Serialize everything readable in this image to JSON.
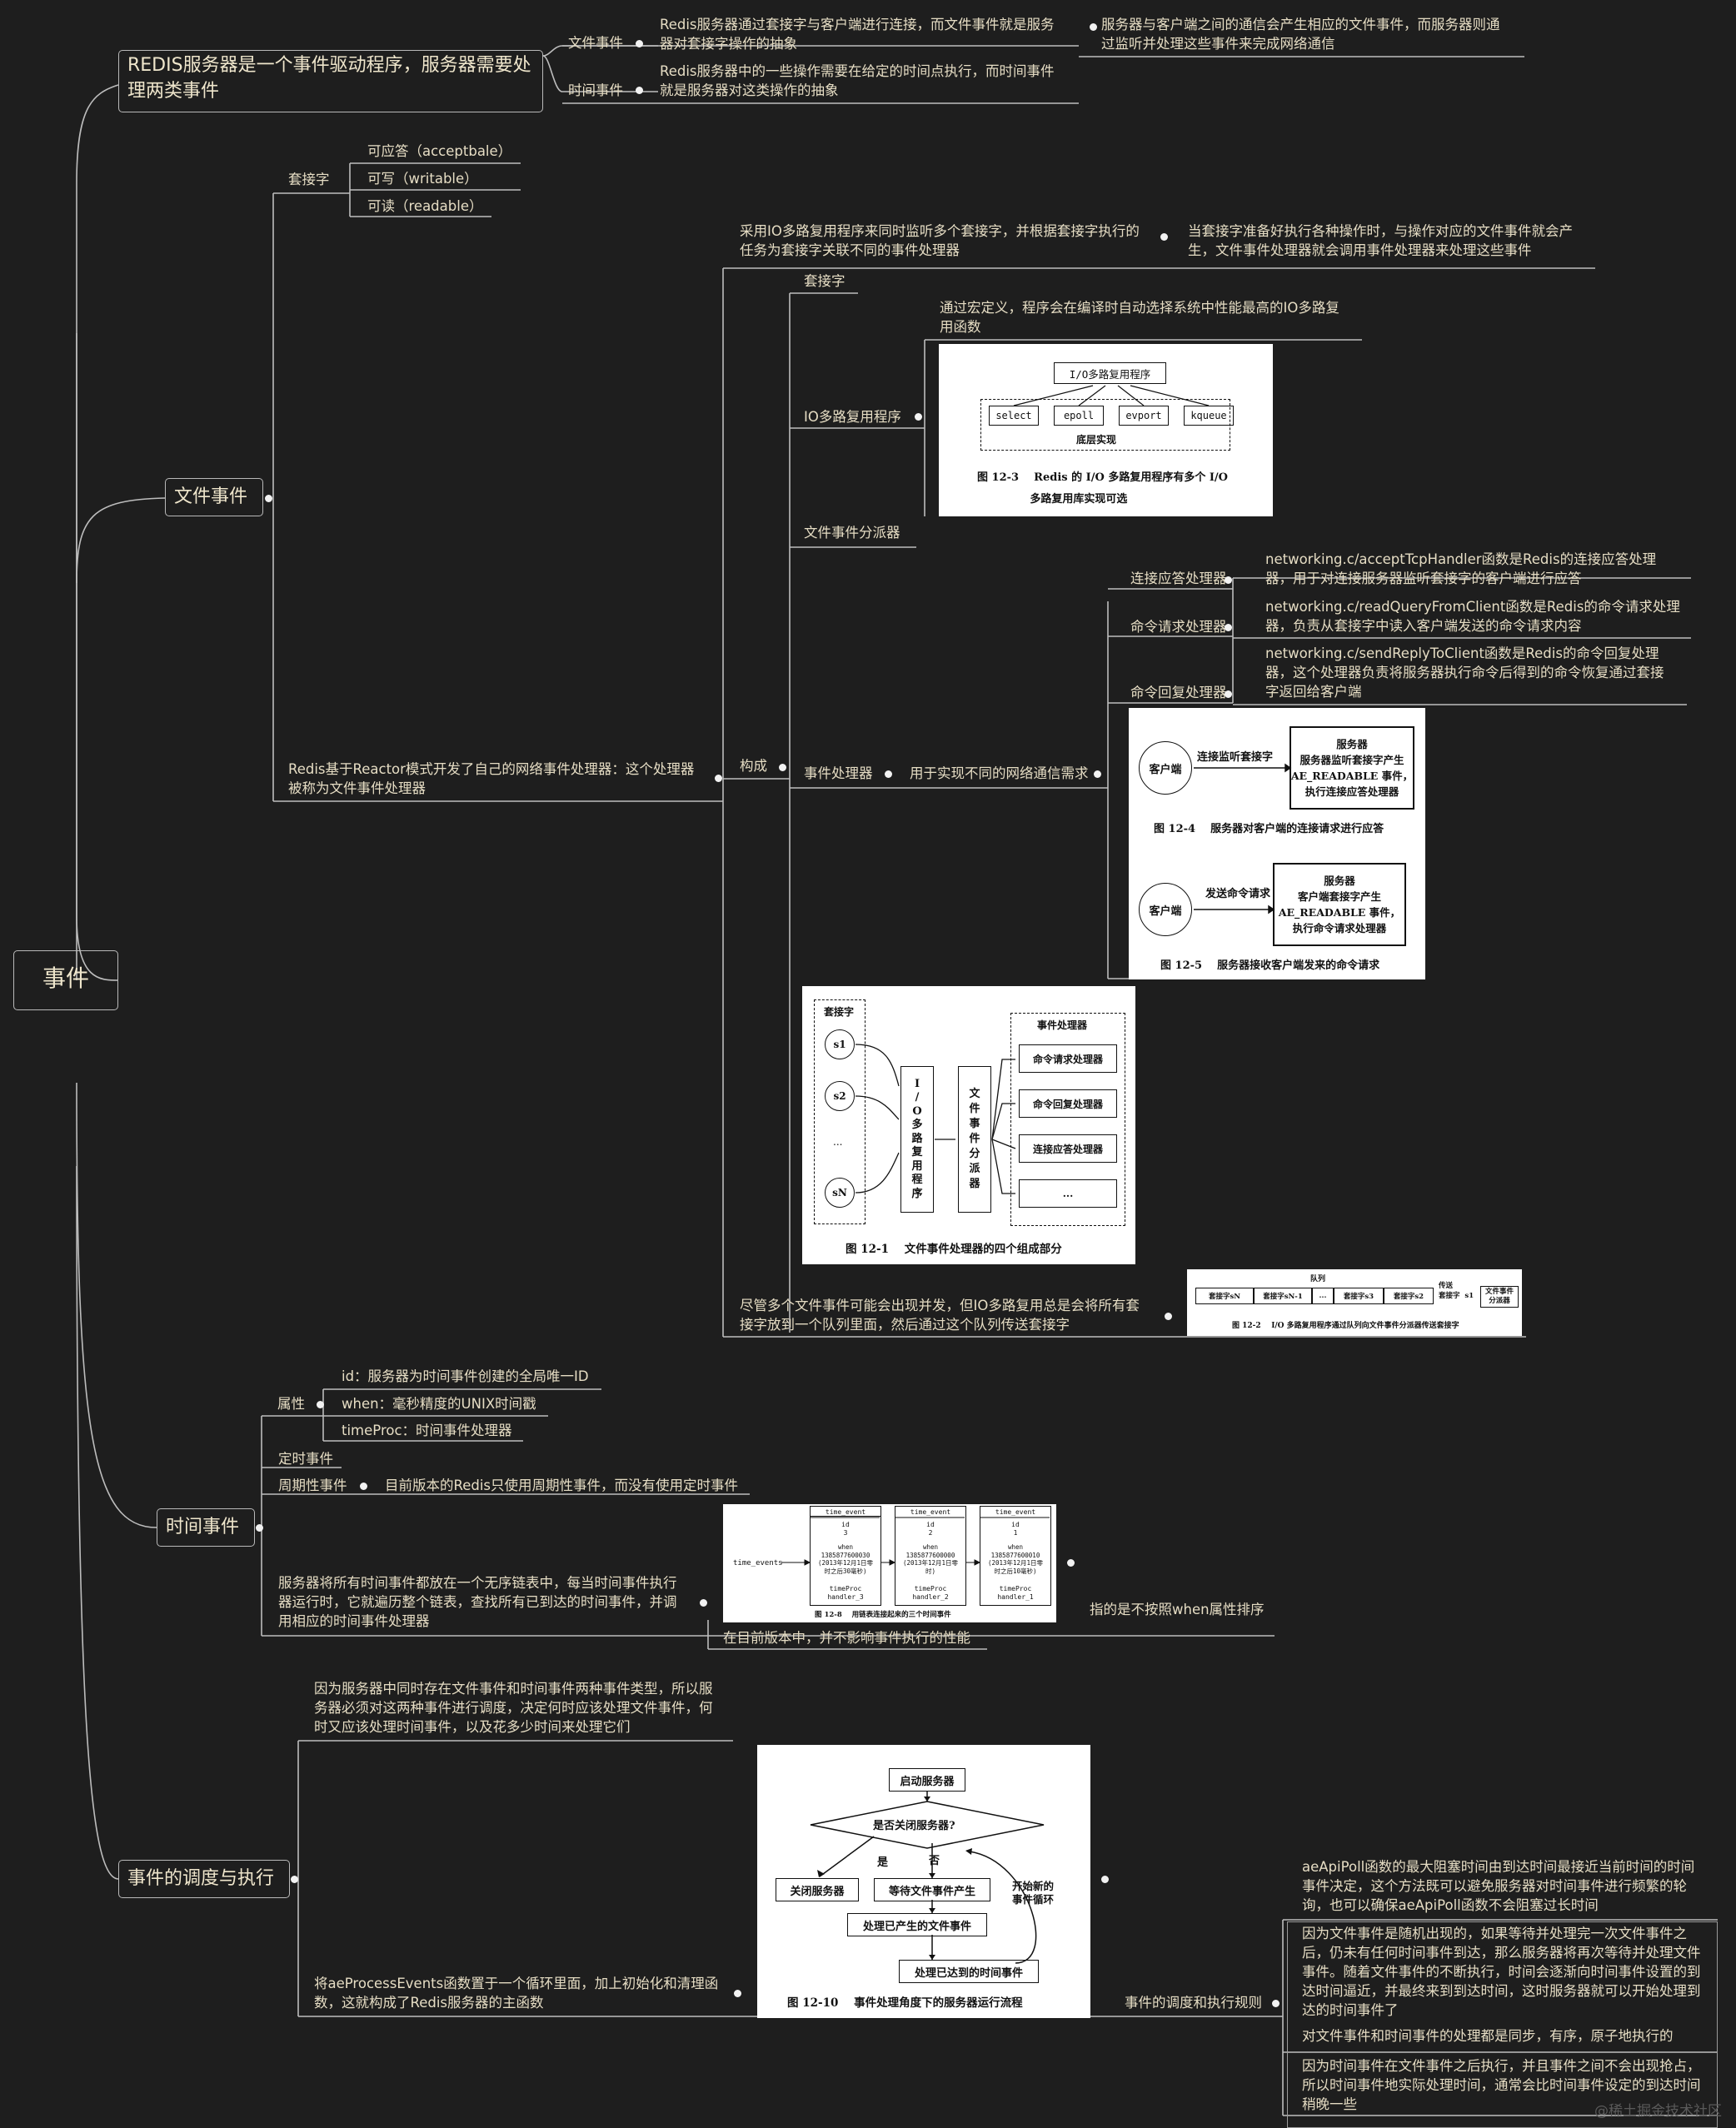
{
  "root": "事件",
  "b1": {
    "title": "REDIS服务器是一个事件驱动程序，服务器需要处\n理两类事件",
    "file_evt": "文件事件",
    "file_evt_desc": "Redis服务器通过套接字与客户端进行连接，而文件事件就是服务\n器对套接字操作的抽象",
    "file_evt_desc2": "服务器与客户端之间的通信会产生相应的文件事件，而服务器则通\n过监听并处理这些事件来完成网络通信",
    "time_evt": "时间事件",
    "time_evt_desc": "Redis服务器中的一些操作需要在给定的时间点执行，而时间事件\n就是服务器对这类操作的抽象"
  },
  "b2": {
    "title": "文件事件",
    "socket": "套接字",
    "socket_items": [
      "可应答（acceptbale）",
      "可写（writable）",
      "可读（readable）"
    ],
    "reactor": "Redis基于Reactor模式开发了自己的网络事件处理器：这个处理器\n被称为文件事件处理器",
    "compose": "构成",
    "top_desc": "采用IO多路复用程序来同时监听多个套接字，并根据套接字执行的\n任务为套接字关联不同的事件处理器",
    "top_desc2": "当套接字准备好执行各种操作时，与操作对应的文件事件就会产\n生，文件事件处理器就会调用事件处理器来处理这些事件",
    "c_socket": "套接字",
    "c_io": "IO多路复用程序",
    "c_io_desc": "通过宏定义，程序会在编译时自动选择系统中性能最高的IO多路复\n用函数",
    "c_disp": "文件事件分派器",
    "c_handler": "事件处理器",
    "c_handler_desc": "用于实现不同的网络通信需求",
    "h_accept": "连接应答处理器",
    "h_accept_desc": "networking.c/acceptTcpHandler函数是Redis的连接应答处理\n器，用于对连接服务器监听套接字的客户端进行应答",
    "h_cmd": "命令请求处理器",
    "h_cmd_desc": "networking.c/readQueryFromClient函数是Redis的命令请求处理\n器，负责从套接字中读入客户端发送的命令请求内容",
    "h_reply": "命令回复处理器",
    "h_reply_desc": "networking.c/sendReplyToClient函数是Redis的命令回复处理\n器，这个处理器负责将服务器执行命令后得到的命令恢复通过套接\n字返回给客户端",
    "queue_desc": "尽管多个文件事件可能会出现并发，但IO多路复用总是会将所有套\n接字放到一个队列里面，然后通过这个队列传送套接字"
  },
  "fig12_3": {
    "top": "I/O多路复用程序",
    "items": [
      "select",
      "epoll",
      "evport",
      "kqueue"
    ],
    "bottom": "底层实现",
    "caption": "图 12-3    Redis 的 I/O 多路复用程序有多个 I/O\n              多路复用库实现可选"
  },
  "fig12_4": {
    "client": "客户端",
    "arrow": "连接监听套接字",
    "server": "服务器\n服务器监听套接字产生\nAE_READABLE 事件，\n执行连接应答处理器",
    "caption": "图 12-4    服务器对客户端的连接请求进行应答"
  },
  "fig12_5": {
    "client": "客户端",
    "arrow": "发送命令请求",
    "server": "服务器\n客户端套接字产生\nAE_READABLE 事件，\n执行命令请求处理器",
    "caption": "图 12-5    服务器接收客户端发来的命令请求"
  },
  "fig12_1": {
    "sockets_label": "套接字",
    "sockets": [
      "s1",
      "s2",
      "...",
      "sN"
    ],
    "io": "I\n/\nO\n多\n路\n复\n用\n程\n序",
    "disp": "文\n件\n事\n件\n分\n派\n器",
    "handlers_label": "事件处理器",
    "handlers": [
      "命令请求处理器",
      "命令回复处理器",
      "连接应答处理器",
      "..."
    ],
    "caption": "图 12-1    文件事件处理器的四个组成部分"
  },
  "fig12_2": {
    "queue": "队列",
    "cells": [
      "套接字sN",
      "套接字sN-1",
      "...",
      "套接字s3",
      "套接字s2"
    ],
    "send": "传送\n套接字  s1",
    "disp": "文件事件\n分派器",
    "caption": "图 12-2    I/O 多路复用程序通过队列向文件事件分派器传送套接字"
  },
  "b3": {
    "title": "时间事件",
    "attr": "属性",
    "attrs": [
      "id：服务器为时间事件创建的全局唯一ID",
      "when：毫秒精度的UNIX时间戳",
      "timeProc：时间事件处理器"
    ],
    "timed": "定时事件",
    "periodic": "周期性事件",
    "periodic_desc": "目前版本的Redis只使用周期性事件，而没有使用定时事件",
    "list_desc": "服务器将所有时间事件都放在一个无序链表中，每当时间事件执行\n器运行时，它就遍历整个链表，查找所有已到达的时间事件，并调\n用相应的时间事件处理器",
    "unordered": "指的是不按照when属性排序",
    "no_impact": "在目前版本中，并不影响事件执行的性能"
  },
  "fig12_8": {
    "head": "time_events",
    "nodes": [
      {
        "t": "time_event",
        "id": "id\n3",
        "when": "when\n1385877600030\n(2013年12月1日零\n时之后30毫秒)",
        "proc": "timeProc\nhandler_3"
      },
      {
        "t": "time_event",
        "id": "id\n2",
        "when": "when\n1385877600000\n(2013年12月1日零\n时)",
        "proc": "timeProc\nhandler_2"
      },
      {
        "t": "time_event",
        "id": "id\n1",
        "when": "when\n1385877600010\n(2013年12月1日零\n时之后10毫秒)",
        "proc": "timeProc\nhandler_1"
      }
    ],
    "caption": "图 12-8    用链表连接起来的三个时间事件"
  },
  "b4": {
    "title": "事件的调度与执行",
    "why": "因为服务器中同时存在文件事件和时间事件两种事件类型，所以服\n务器必须对这两种事件进行调度，决定何时应该处理文件事件，何\n时又应该处理时间事件，以及花多少时间来处理它们",
    "main": "将aeProcessEvents函数置于一个循环里面，加上初始化和清理函\n数，这就构成了Redis服务器的主函数",
    "rules": "事件的调度和执行规则",
    "r1": "aeApiPoll函数的最大阻塞时间由到达时间最接近当前时间的时间\n事件决定，这个方法既可以避免服务器对时间事件进行频繁的轮\n询，也可以确保aeApiPoll函数不会阻塞过长时间",
    "r2": "因为文件事件是随机出现的，如果等待并处理完一次文件事件之\n后，仍未有任何时间事件到达，那么服务器将再次等待并处理文件\n事件。随着文件事件的不断执行，时间会逐渐向时间事件设置的到\n达时间逼近，并最终来到到达时间，这时服务器就可以开始处理到\n达的时间事件了",
    "r3": "对文件事件和时间事件的处理都是同步，有序，原子地执行的",
    "r4": "因为时间事件在文件事件之后执行，并且事件之间不会出现抢占，\n所以时间事件地实际处理时间，通常会比时间事件设定的到达时间\n稍晚一些"
  },
  "fig12_10": {
    "start": "启动服务器",
    "decide": "是否关闭服务器?",
    "yes": "是",
    "no": "否",
    "close": "关闭服务器",
    "wait": "等待文件事件产生",
    "file": "处理已产生的文件事件",
    "time": "处理已达到的时间事件",
    "loop": "开始新的\n事件循环",
    "caption": "图 12-10    事件处理角度下的服务器运行流程"
  },
  "watermark": "@稀土掘金技术社区"
}
